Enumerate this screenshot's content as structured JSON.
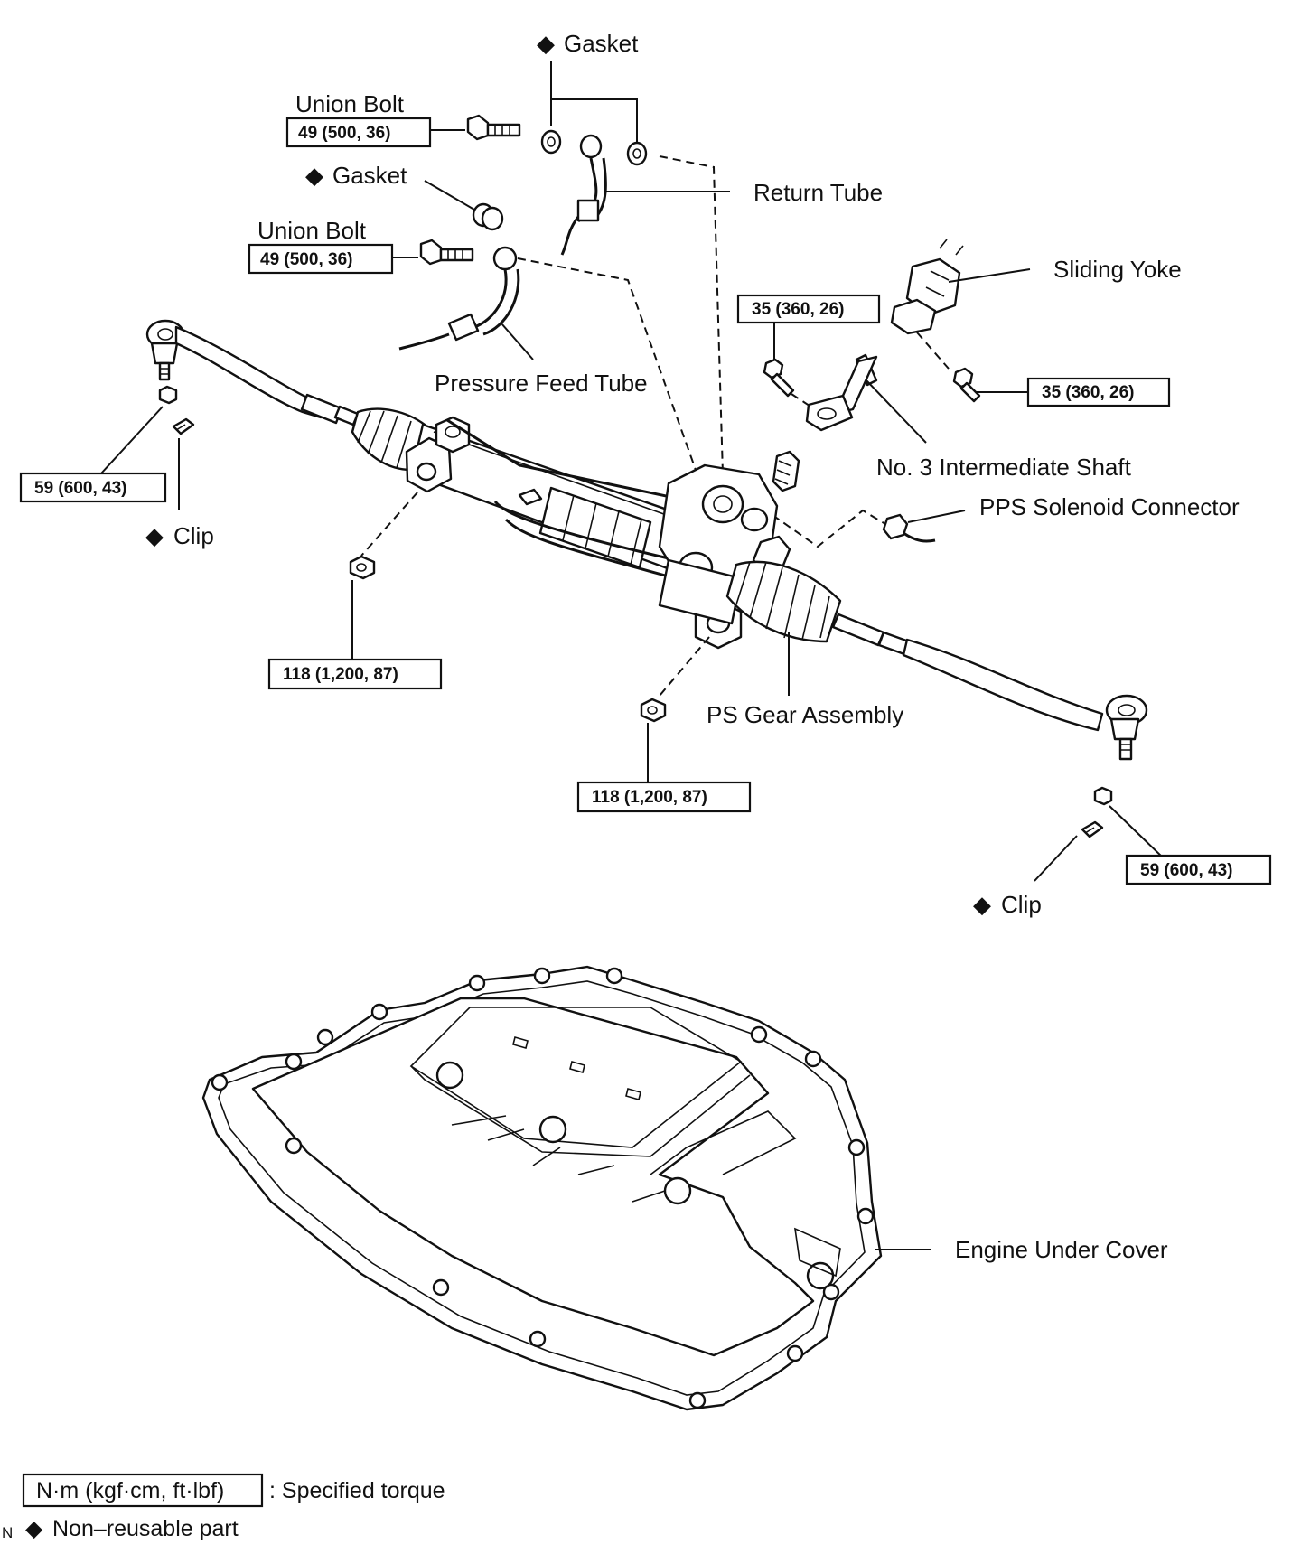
{
  "labels": {
    "gasket_top": "Gasket",
    "gasket_mid": "Gasket",
    "union_bolt_1": "Union Bolt",
    "union_bolt_2": "Union Bolt",
    "return_tube": "Return Tube",
    "sliding_yoke": "Sliding Yoke",
    "pressure_feed_tube": "Pressure Feed Tube",
    "intermediate_shaft": "No. 3 Intermediate Shaft",
    "pps_connector": "PPS Solenoid Connector",
    "clip_left": "Clip",
    "clip_right": "Clip",
    "ps_gear_assembly": "PS Gear Assembly",
    "engine_under_cover": "Engine Under Cover"
  },
  "torques": {
    "union_bolt_1": "49 (500, 36)",
    "union_bolt_2": "49 (500, 36)",
    "shaft_bolt_left": "35 (360, 26)",
    "shaft_bolt_right": "35 (360, 26)",
    "tie_rod_left": "59 (600, 43)",
    "tie_rod_right": "59 (600, 43)",
    "mount_left": "118 (1,200, 87)",
    "mount_right": "118 (1,200, 87)"
  },
  "legend": {
    "torque_unit": "N·m (kgf·cm, ft·lbf)",
    "torque_desc": ": Specified torque",
    "non_reusable": "Non–reusable part",
    "corner_mark": "N"
  },
  "symbols": {
    "non_reusable_mark": "◆"
  }
}
